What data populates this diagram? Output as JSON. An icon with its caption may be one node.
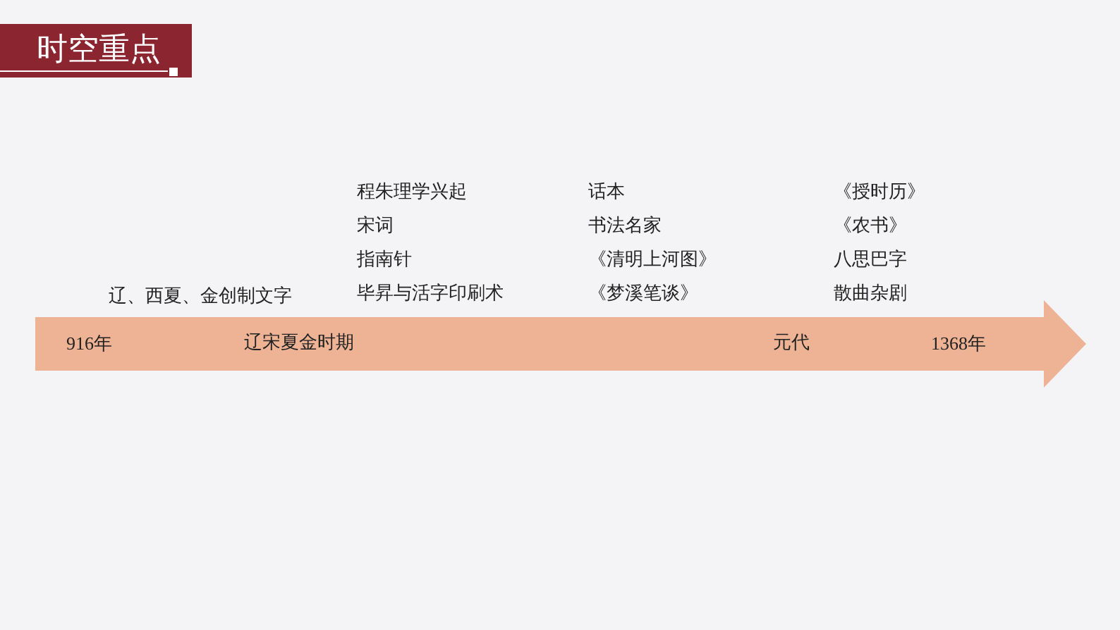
{
  "diagram": {
    "title": "时空重点",
    "nodes": [
      {
        "text": [
          "916年",
          "辽宋夏金时期",
          "元代",
          "1368年"
        ]
      }
    ],
    "labels": [
      "辽、西夏、金创制文字",
      "程朱理学兴起",
      "宋词",
      "指南针",
      "毕昇与活字印刷术",
      "话本",
      "书法名家",
      "《清明上河图》",
      "《梦溪笔谈》",
      "《授时历》",
      "《农书》",
      "八思巴字",
      "散曲杂剧"
    ]
  }
}
